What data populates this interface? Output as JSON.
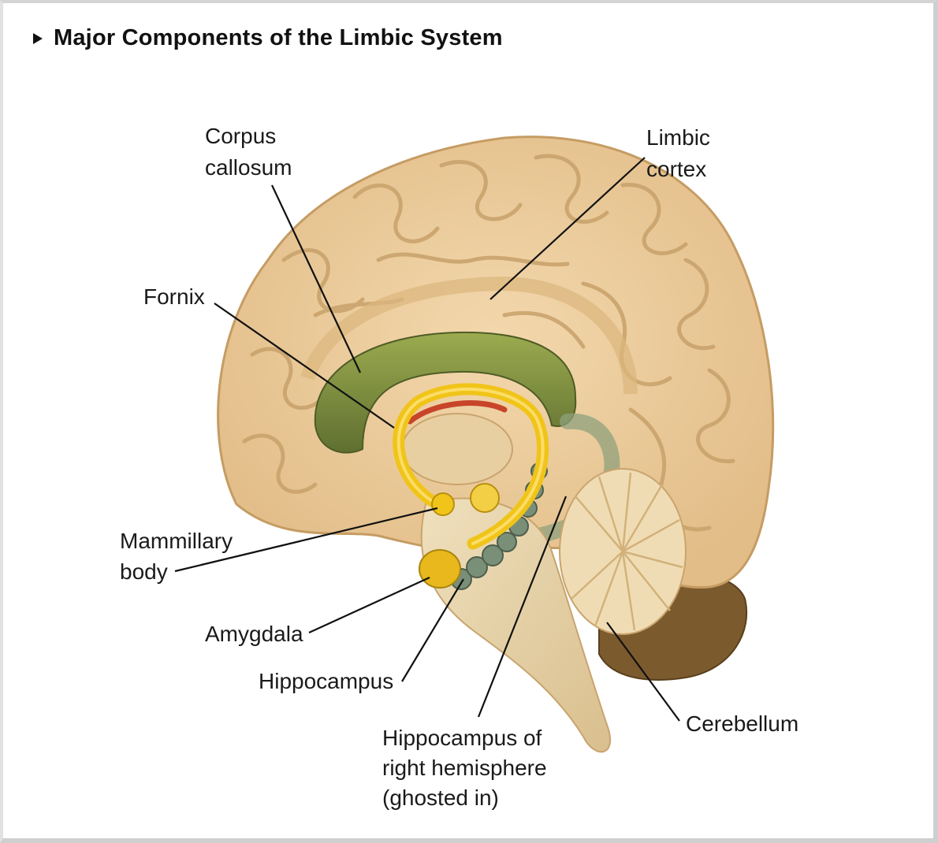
{
  "title": "Major Components of the Limbic System",
  "labels": {
    "corpus_callosum": [
      "Corpus",
      "callosum"
    ],
    "limbic_cortex": [
      "Limbic",
      "cortex"
    ],
    "fornix": [
      "Fornix"
    ],
    "mammillary_body": [
      "Mammillary",
      "body"
    ],
    "amygdala": [
      "Amygdala"
    ],
    "hippocampus": [
      "Hippocampus"
    ],
    "hippocampus_right": [
      "Hippocampus of",
      "right hemisphere",
      "(ghosted in)"
    ],
    "cerebellum": [
      "Cerebellum"
    ]
  },
  "colors": {
    "brain_tissue": "#e9c99a",
    "gyri_outline": "#c8a16a",
    "corpus_callosum": "#6e7d3a",
    "fornix": "#f0c419",
    "hippocampus": "#7a8f78",
    "amygdala": "#e8b81c",
    "cerebellum_stem": "#7b5a2e",
    "brainstem": "#e6d2a8"
  }
}
